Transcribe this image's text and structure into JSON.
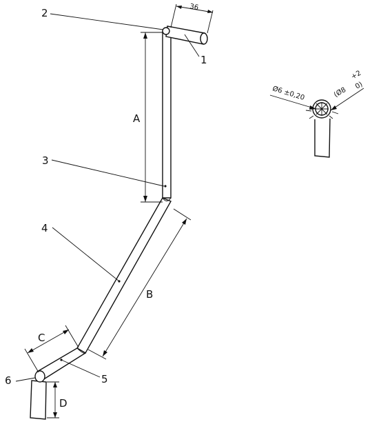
{
  "parts": {
    "part_1": "1",
    "part_2": "2",
    "part_3": "3",
    "part_4": "4",
    "part_5": "5",
    "part_6": "6"
  },
  "dimensions": {
    "top_length": "36",
    "A": "A",
    "B": "B",
    "C": "C",
    "D": "D"
  },
  "section": {
    "inner": "Ø6 ±0,20",
    "outer_prefix": "(Ø8",
    "outer_plus": "+2",
    "outer_minus": "0)"
  }
}
